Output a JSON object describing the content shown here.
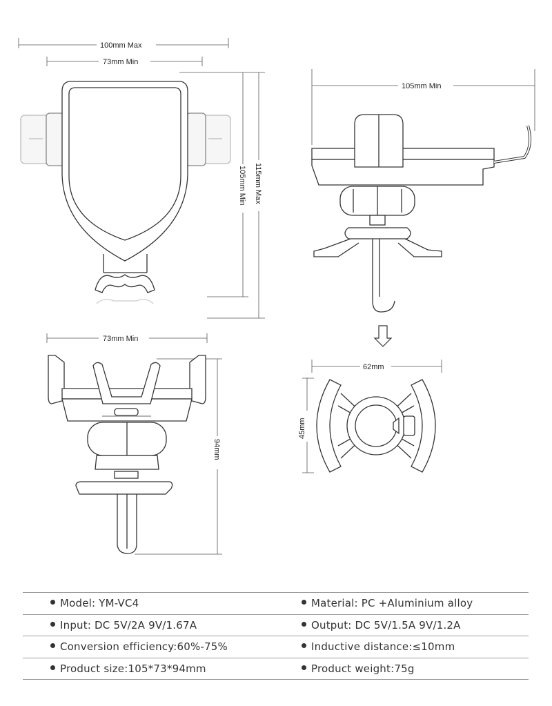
{
  "dimensions": {
    "front_width_max": "100mm  Max",
    "front_width_min": "73mm  Min",
    "front_height_max": "115mm  Max",
    "front_height_min": "105mm  Min",
    "side_width_min": "105mm  Min",
    "bottom_width_min": "73mm  Min",
    "bottom_height": "94mm",
    "clip_width": "62mm",
    "clip_height": "45mm"
  },
  "specs": [
    {
      "left": "Model: YM-VC4",
      "right": "Material: PC +Aluminium alloy"
    },
    {
      "left": "Input: DC 5V/2A 9V/1.67A",
      "right": "Output: DC 5V/1.5A  9V/1.2A"
    },
    {
      "left": "Conversion efficiency:60%-75%",
      "right": "Inductive distance:≤10mm"
    },
    {
      "left": "Product size:105*73*94mm",
      "right": "Product weight:75g"
    }
  ]
}
